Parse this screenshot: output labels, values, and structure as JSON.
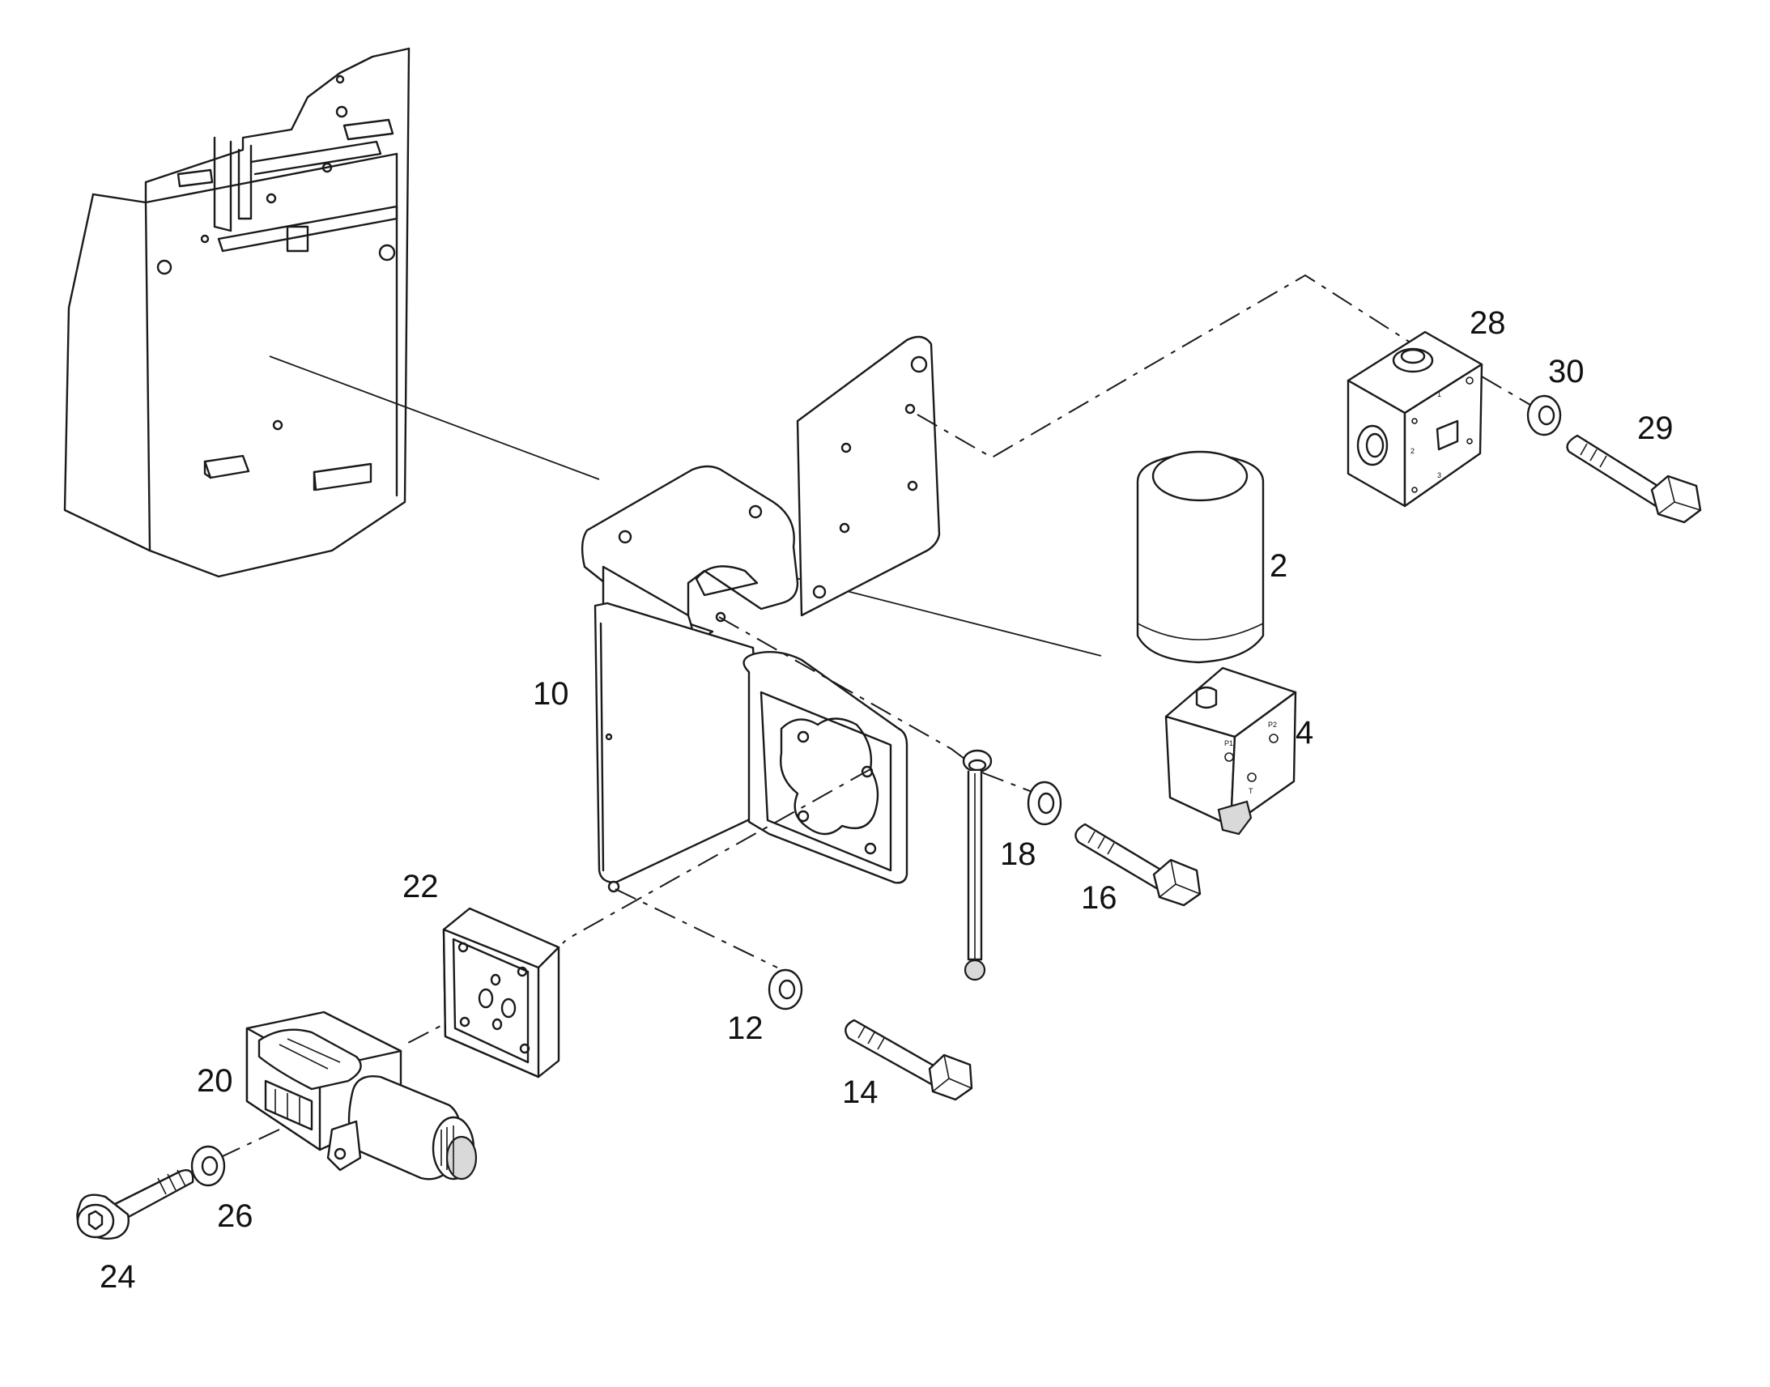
{
  "callouts": {
    "p2": "2",
    "p4": "4",
    "p10": "10",
    "p12": "12",
    "p14": "14",
    "p16": "16",
    "p18": "18",
    "p20": "20",
    "p22": "22",
    "p24": "24",
    "p26": "26",
    "p28": "28",
    "p29": "29",
    "p30": "30"
  },
  "valve_port_marks": {
    "p4_left": "P1",
    "p4_right": "P2",
    "p4_bottom": "T",
    "p28_top": "1",
    "p28_left": "2",
    "p28_bottom": "3"
  },
  "colors": {
    "line": "#1a1a1a",
    "shade": "#d9d9d9",
    "background": "#ffffff"
  }
}
